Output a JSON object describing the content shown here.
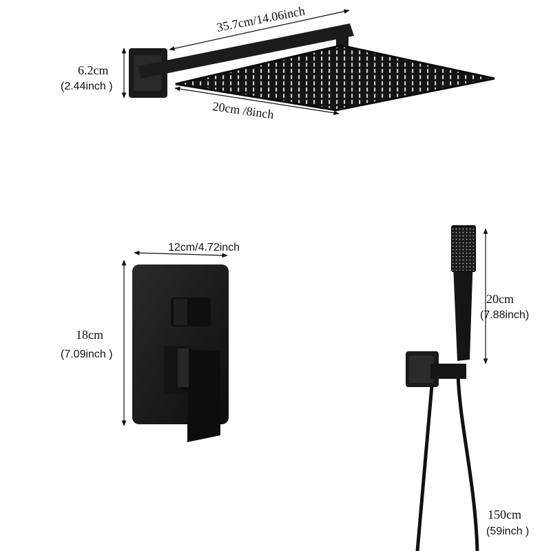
{
  "colors": {
    "product": "#1a1a1a",
    "dimension": "#111111",
    "background": "#ffffff"
  },
  "rain_shower": {
    "arm_length_label": "35.7cm/14.06inch",
    "height_cm": "6.2cm",
    "height_inch": "(2.44inch )",
    "head_width_label": "20cm /8inch"
  },
  "valve": {
    "width_label": "12cm/4.72inch",
    "height_cm": "18cm",
    "height_inch": "(7.09inch )"
  },
  "hand_shower": {
    "length_cm": "20cm",
    "length_inch": "(7.88inch)",
    "hose_cm": "150cm",
    "hose_inch": "(59inch )"
  }
}
